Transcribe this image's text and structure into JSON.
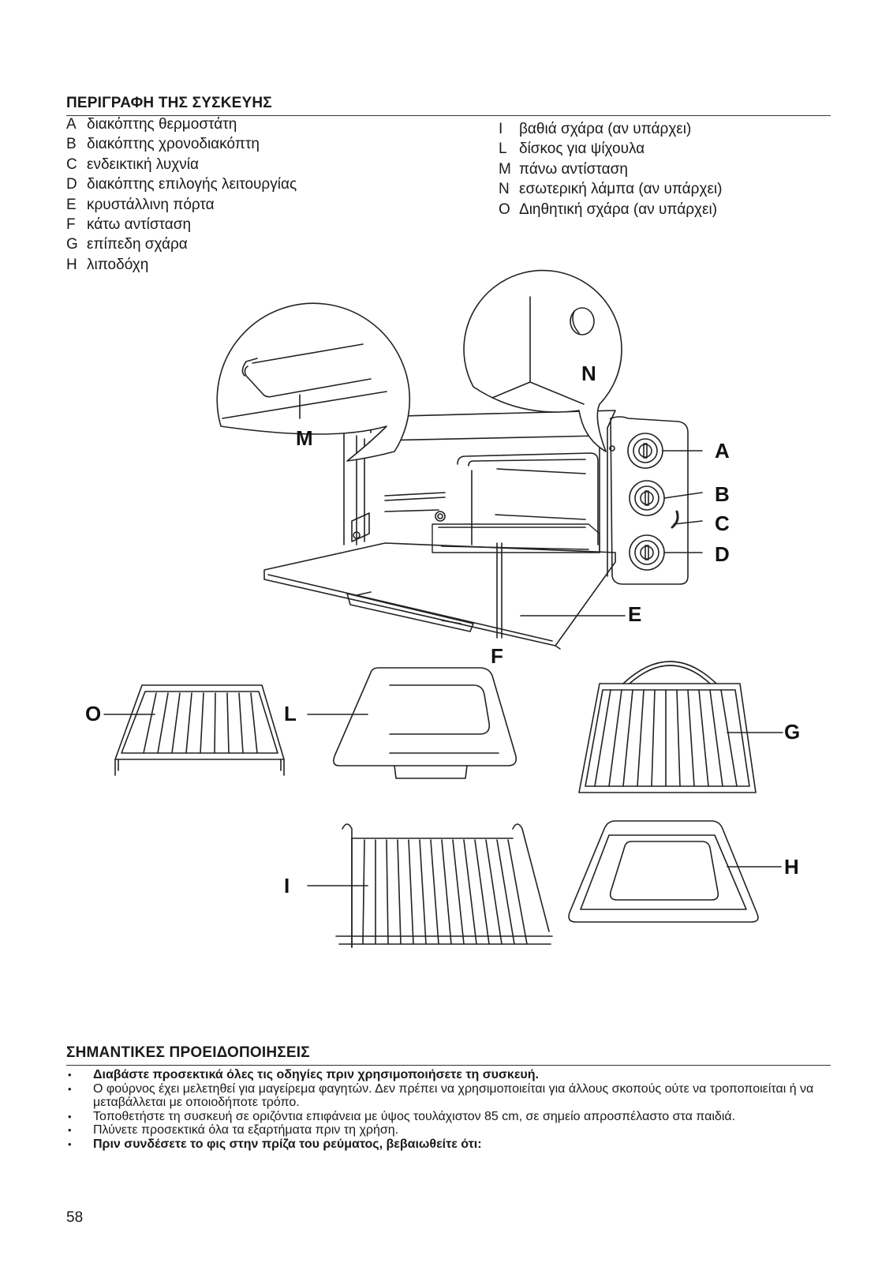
{
  "section1": {
    "title": "ΠΕΡΙΓΡΑΦΗ ΤΗΣ ΣΥΣΚΕΥΗΣ",
    "left_parts": [
      {
        "key": "A",
        "text": "διακόπτης θερμοστάτη"
      },
      {
        "key": "B",
        "text": "διακόπτης χρονοδιακόπτη"
      },
      {
        "key": "C",
        "text": "ενδεικτική λυχνία"
      },
      {
        "key": "D",
        "text": "διακόπτης επιλογής λειτουργίας"
      },
      {
        "key": "E",
        "text": "κρυστάλλινη πόρτα"
      },
      {
        "key": "F",
        "text": "κάτω αντίσταση"
      },
      {
        "key": "G",
        "text": "επίπεδη σχάρα"
      },
      {
        "key": "H",
        "text": "λιποδόχη"
      }
    ],
    "right_parts": [
      {
        "key": "I",
        "text": "βαθιά σχάρα (αν υπάρχει)"
      },
      {
        "key": "L",
        "text": "δίσκος για ψίχουλα"
      },
      {
        "key": "M",
        "text": "πάνω αντίσταση"
      },
      {
        "key": "N",
        "text": "εσωτερική λάμπα (αν υπάρχει)"
      },
      {
        "key": "O",
        "text": "Διηθητική σχάρα (αν υπάρχει)"
      }
    ]
  },
  "figure_labels": {
    "A": "A",
    "B": "B",
    "C": "C",
    "D": "D",
    "E": "E",
    "F": "F",
    "G": "G",
    "H": "H",
    "I": "I",
    "L": "L",
    "M": "M",
    "N": "N",
    "O": "O"
  },
  "section2": {
    "title": "ΣΗΜΑΝΤΙΚΕΣ ΠΡΟΕΙΔΟΠΟΙΗΣΕΙΣ",
    "bullet": "•",
    "warnings": [
      {
        "text": "Διαβάστε προσεκτικά όλες τις οδηγίες πριν χρησιμοποιήσετε τη συσκευή.",
        "bold": true
      },
      {
        "text": "Ο φούρνος έχει μελετηθεί για μαγείρεμα φαγητών. Δεν πρέπει να χρησιμοποιείται για άλλους σκοπούς ούτε να τροποποιείται ή να μεταβάλλεται με οποιοδήποτε τρόπο.",
        "bold": false
      },
      {
        "text": "Τοποθετήστε τη συσκευή σε οριζόντια επιφάνεια με ύψος τουλάχιστον 85 cm, σε σημείο απροσπέλαστο στα παιδιά.",
        "bold": false
      },
      {
        "text": "Πλύνετε προσεκτικά όλα τα εξαρτήματα πριν τη χρήση.",
        "bold": false
      },
      {
        "text": "Πριν συνδέσετε το φις στην πρίζα του ρεύματος, βεβαιωθείτε ότι:",
        "bold": true
      }
    ]
  },
  "page_number": "58"
}
